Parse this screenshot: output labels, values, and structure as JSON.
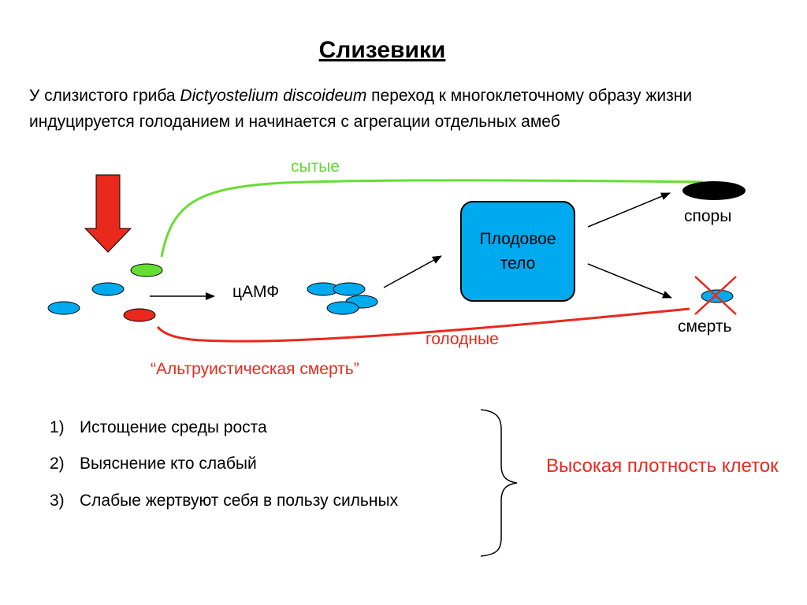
{
  "title": "Слизевики",
  "intro": {
    "before": "У слизистого гриба ",
    "species": "Dictyostelium discoideum",
    "after": " переход к многоклеточному образу жизни индуцируется голоданием и начинается с агрегации отдельных амеб"
  },
  "diagram": {
    "fed_label": "сытые",
    "hungry_label": "голодные",
    "camp_label": "цАМФ",
    "fruiting_body_label": "Плодовое\nтело",
    "spores_label": "споры",
    "death_label": "смерть",
    "altruistic_label": "“Альтруистическая смерть”",
    "colors": {
      "amoeba": "#00aaee",
      "fed": "#66dd33",
      "hungry": "#e8291c",
      "arrow_down": "#e8291c",
      "spore": "#000000"
    }
  },
  "list": [
    {
      "num": "1)",
      "text": "Истощение среды роста"
    },
    {
      "num": "2)",
      "text": "Выяснение кто слабый"
    },
    {
      "num": "3)",
      "text": "Слабые жертвуют себя в пользу сильных"
    }
  ],
  "conclusion": "Высокая плотность клеток"
}
